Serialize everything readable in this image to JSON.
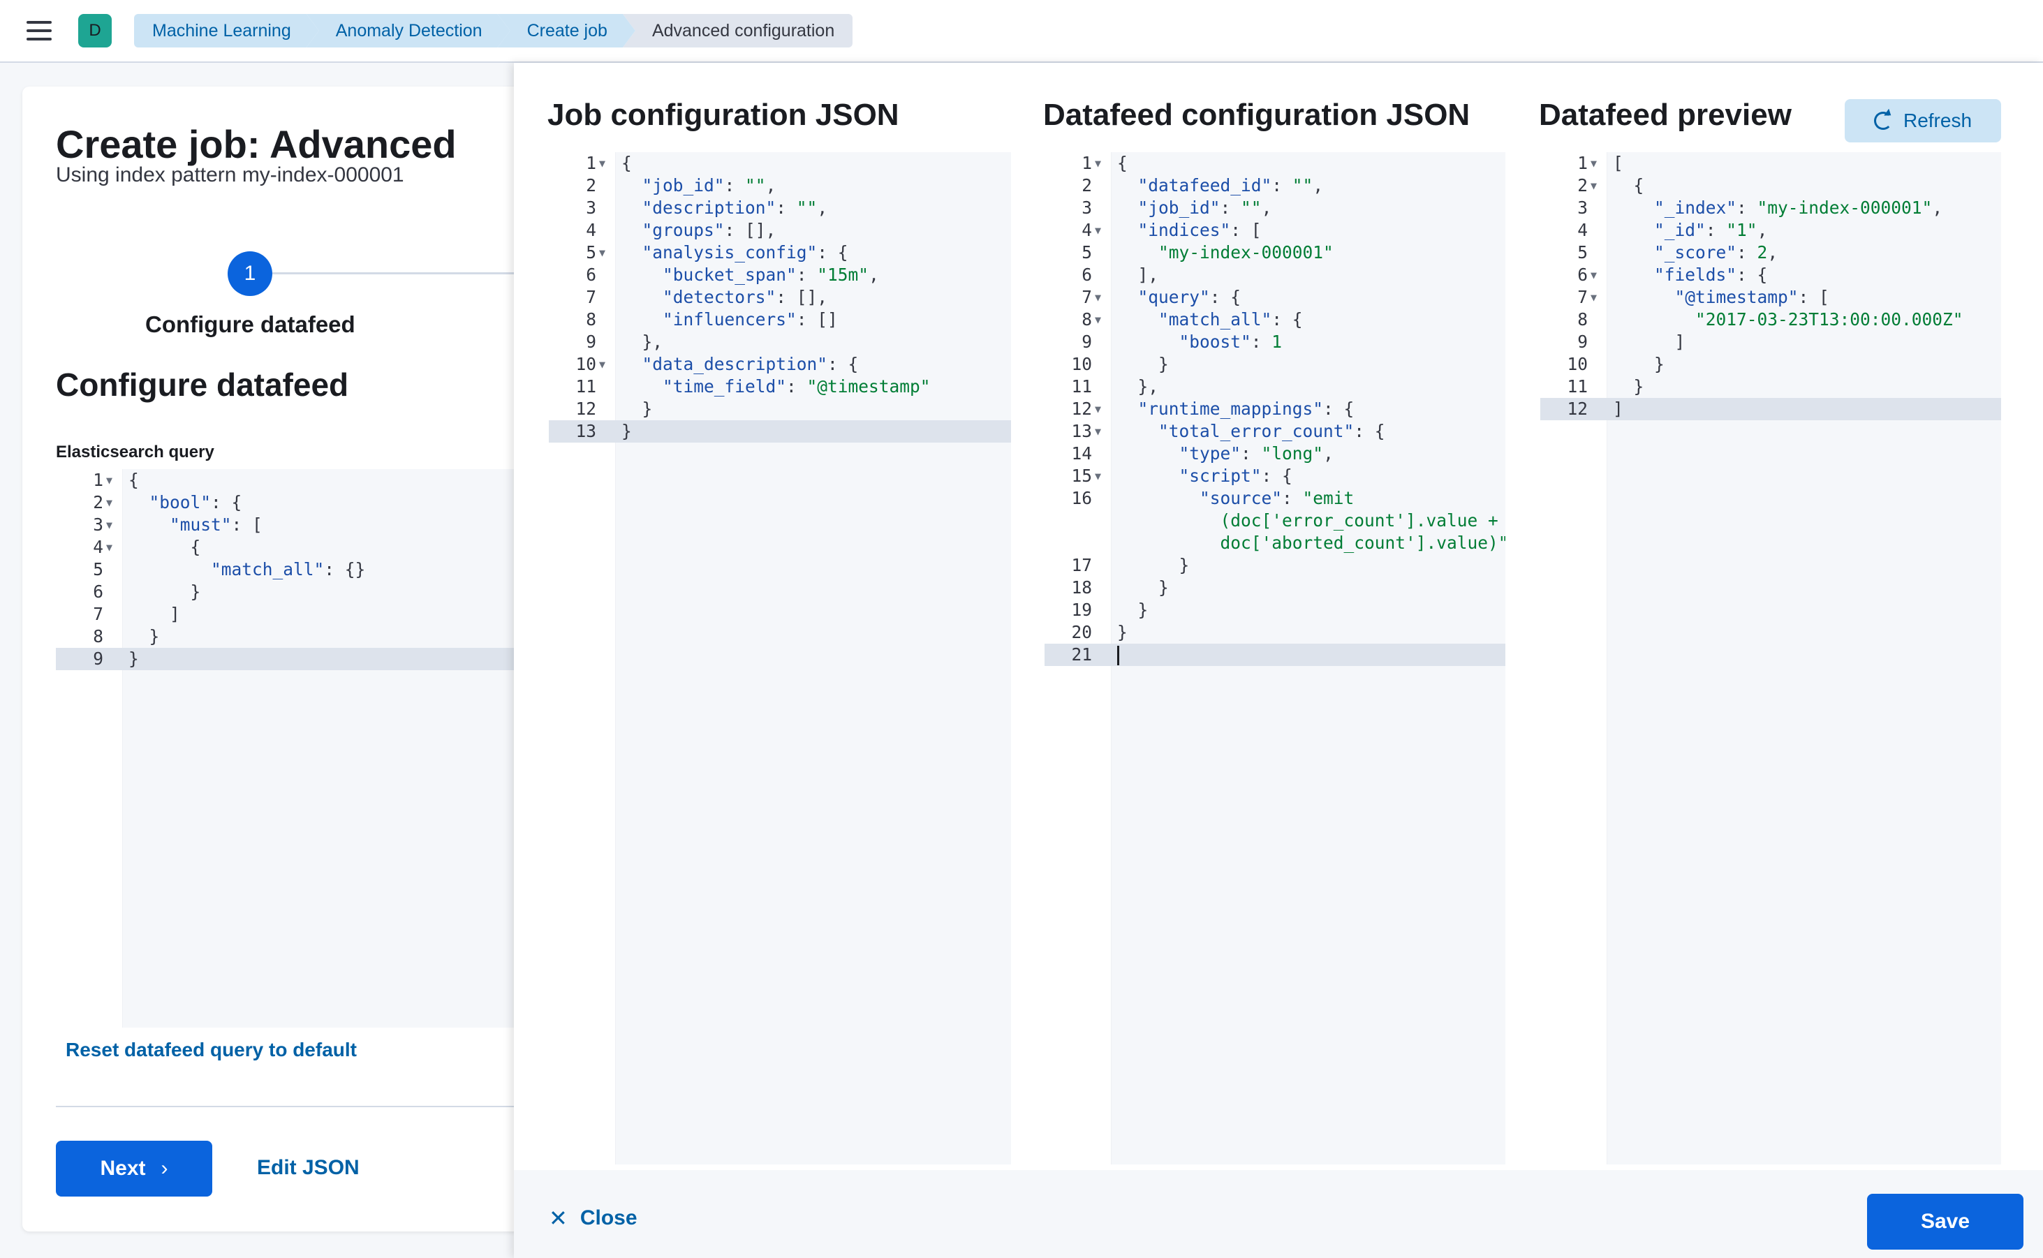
{
  "header": {
    "space_initial": "D",
    "breadcrumbs": [
      "Machine Learning",
      "Anomaly Detection",
      "Create job",
      "Advanced configuration"
    ]
  },
  "wizard": {
    "title": "Create job: Advanced",
    "subtitle": "Using index pattern my-index-000001",
    "step_number": "1",
    "step_label": "Configure datafeed",
    "section_title": "Configure datafeed",
    "query_label": "Elasticsearch query",
    "reset_link": "Reset datafeed query to default",
    "next_label": "Next",
    "edit_json_label": "Edit JSON"
  },
  "flyout": {
    "job_title": "Job configuration JSON",
    "datafeed_title": "Datafeed configuration JSON",
    "preview_title": "Datafeed preview",
    "refresh_label": "Refresh",
    "close_label": "Close",
    "save_label": "Save"
  },
  "icons": {
    "menu": "hamburger-icon",
    "next": "chevron-right-icon",
    "refresh": "refresh-icon",
    "close": "cross-icon"
  },
  "colors": {
    "primary": "#0b64dd",
    "link": "#0061a6",
    "breadcrumb_bg": "#cce4f5",
    "avatar": "#1ea593",
    "json_key": "#1c4ea8",
    "json_string": "#017d35"
  }
}
